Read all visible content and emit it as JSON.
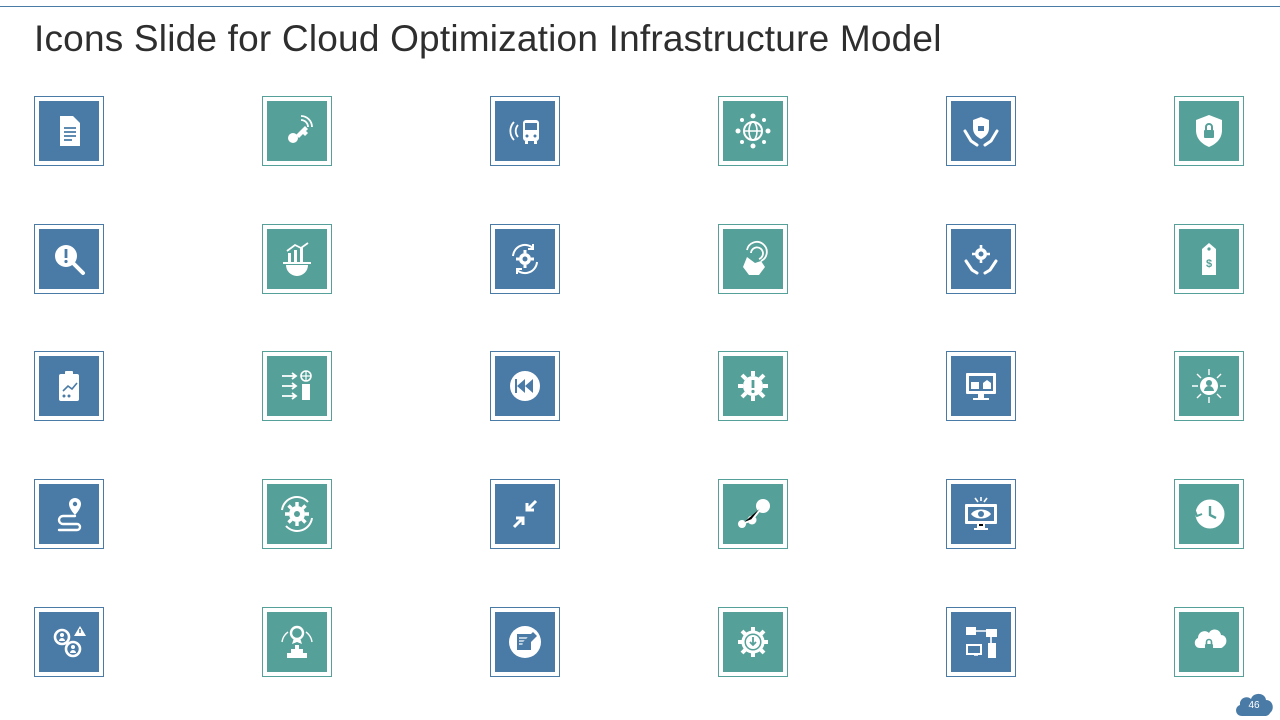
{
  "slide": {
    "title": "Icons Slide for Cloud Optimization Infrastructure Model",
    "page_number": "46"
  },
  "colors": {
    "blue": "#4a7ba6",
    "teal": "#55a098",
    "title": "#2e2e2e",
    "icon": "#ffffff"
  },
  "icons": [
    {
      "name": "document-icon",
      "color": "blue"
    },
    {
      "name": "wireless-key-icon",
      "color": "teal"
    },
    {
      "name": "smart-bus-icon",
      "color": "blue"
    },
    {
      "name": "global-network-icon",
      "color": "teal"
    },
    {
      "name": "hands-security-shield-icon",
      "color": "blue"
    },
    {
      "name": "shield-lock-icon",
      "color": "teal"
    },
    {
      "name": "magnifier-alert-icon",
      "color": "blue"
    },
    {
      "name": "gear-growth-chart-icon",
      "color": "teal"
    },
    {
      "name": "gear-refresh-icon",
      "color": "blue"
    },
    {
      "name": "touch-hand-icon",
      "color": "teal"
    },
    {
      "name": "hands-gear-icon",
      "color": "blue"
    },
    {
      "name": "price-tag-dollar-icon",
      "color": "teal"
    },
    {
      "name": "clipboard-chart-icon",
      "color": "blue"
    },
    {
      "name": "network-transfer-icon",
      "color": "teal"
    },
    {
      "name": "rewind-button-icon",
      "color": "blue"
    },
    {
      "name": "gear-alert-icon",
      "color": "teal"
    },
    {
      "name": "monitor-dashboard-icon",
      "color": "blue"
    },
    {
      "name": "user-network-icon",
      "color": "teal"
    },
    {
      "name": "route-pin-icon",
      "color": "blue"
    },
    {
      "name": "gear-cycle-icon",
      "color": "teal"
    },
    {
      "name": "compress-arrows-icon",
      "color": "blue"
    },
    {
      "name": "connected-dots-icon",
      "color": "teal"
    },
    {
      "name": "monitor-eye-icon",
      "color": "blue"
    },
    {
      "name": "history-clock-icon",
      "color": "teal"
    },
    {
      "name": "team-gears-alert-icon",
      "color": "blue"
    },
    {
      "name": "award-building-icon",
      "color": "teal"
    },
    {
      "name": "document-edit-icon",
      "color": "blue"
    },
    {
      "name": "gear-download-icon",
      "color": "teal"
    },
    {
      "name": "server-network-icon",
      "color": "blue"
    },
    {
      "name": "cloud-lock-icon",
      "color": "teal"
    }
  ]
}
